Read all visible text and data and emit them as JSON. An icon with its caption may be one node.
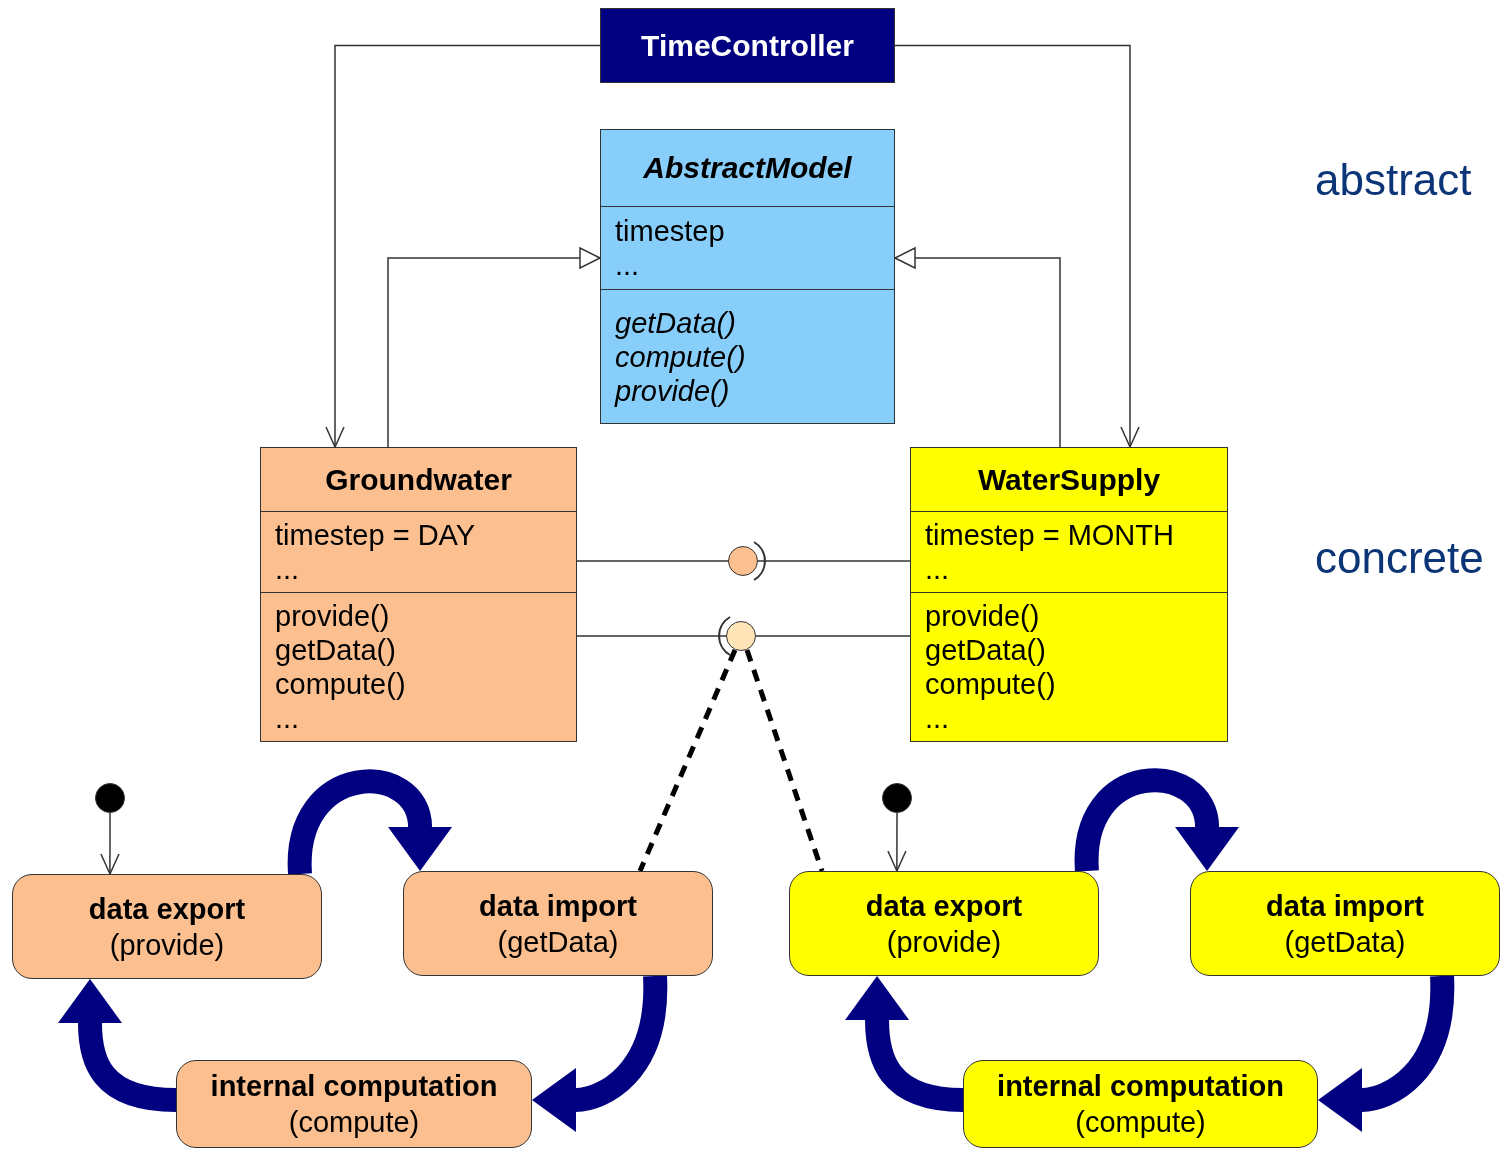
{
  "diagram": {
    "nodes": [
      {
        "text": [
          "TimeController"
        ]
      },
      {
        "text": [
          "AbstractModel",
          "timestep",
          "...",
          "getData()",
          "compute()",
          "provide()"
        ]
      },
      {
        "text": [
          "Groundwater",
          "timestep = DAY",
          "...",
          "provide()",
          "getData()",
          "compute()",
          "..."
        ]
      },
      {
        "text": [
          "WaterSupply",
          "timestep = MONTH",
          "...",
          "provide()",
          "getData()",
          "compute()",
          "..."
        ]
      },
      {
        "text": [],
        "shape": "circle"
      },
      {
        "text": [],
        "shape": "circle"
      },
      {
        "text": [],
        "shape": "circle"
      },
      {
        "text": [
          "data export",
          "(provide)"
        ]
      },
      {
        "text": [
          "data import",
          "(getData)"
        ]
      },
      {
        "text": [
          "internal computation",
          "(compute)"
        ]
      },
      {
        "text": [],
        "shape": "circle"
      },
      {
        "text": [
          "data export",
          "(provide)"
        ]
      },
      {
        "text": [
          "data import",
          "(getData)"
        ]
      },
      {
        "text": [
          "internal computation",
          "(compute)"
        ]
      }
    ],
    "edges": [
      {
        "from": 0,
        "to": 2,
        "arrow": "to"
      },
      {
        "from": 0,
        "to": 3,
        "arrow": "to"
      },
      {
        "from": 2,
        "to": 1,
        "arrow": "to"
      },
      {
        "from": 3,
        "to": 1,
        "arrow": "to"
      },
      {
        "from": 2,
        "to": 4,
        "arrow": "none"
      },
      {
        "from": 3,
        "to": 4,
        "arrow": "other"
      },
      {
        "from": 2,
        "to": 5,
        "arrow": "other"
      },
      {
        "from": 3,
        "to": 5,
        "arrow": "none"
      },
      {
        "from": 5,
        "to": 8,
        "arrow": "none",
        "style": "dashed"
      },
      {
        "from": 5,
        "to": 11,
        "arrow": "none",
        "style": "dashed"
      },
      {
        "from": 6,
        "to": 7,
        "arrow": "to"
      },
      {
        "from": 10,
        "to": 11,
        "arrow": "to"
      },
      {
        "from": 7,
        "to": 8,
        "arrow": "to",
        "style": "thick",
        "color": "#000080"
      },
      {
        "from": 8,
        "to": 9,
        "arrow": "to",
        "style": "thick",
        "color": "#000080"
      },
      {
        "from": 9,
        "to": 7,
        "arrow": "to",
        "style": "thick",
        "color": "#000080"
      },
      {
        "from": 11,
        "to": 12,
        "arrow": "to",
        "style": "thick",
        "color": "#000080"
      },
      {
        "from": 12,
        "to": 13,
        "arrow": "to",
        "style": "thick",
        "color": "#000080"
      },
      {
        "from": 13,
        "to": 11,
        "arrow": "to",
        "style": "thick",
        "color": "#000080"
      }
    ],
    "labels": [
      "abstract",
      "concrete"
    ]
  }
}
